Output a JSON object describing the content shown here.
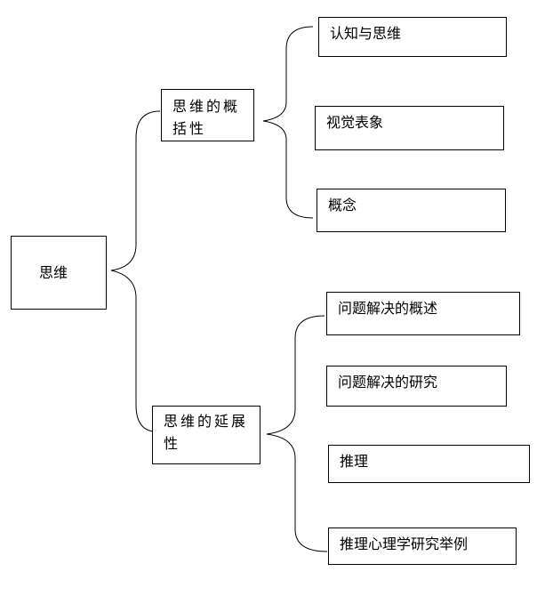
{
  "root": {
    "label": "思维"
  },
  "branches": [
    {
      "label_lines": [
        "思维的概",
        "括性"
      ],
      "children": [
        "认知与思维",
        "视觉表象",
        "概念"
      ]
    },
    {
      "label_lines": [
        "思维的延展",
        "性"
      ],
      "children": [
        "问题解决的概述",
        "问题解决的研究",
        "推理",
        "推理心理学研究举例"
      ]
    }
  ]
}
